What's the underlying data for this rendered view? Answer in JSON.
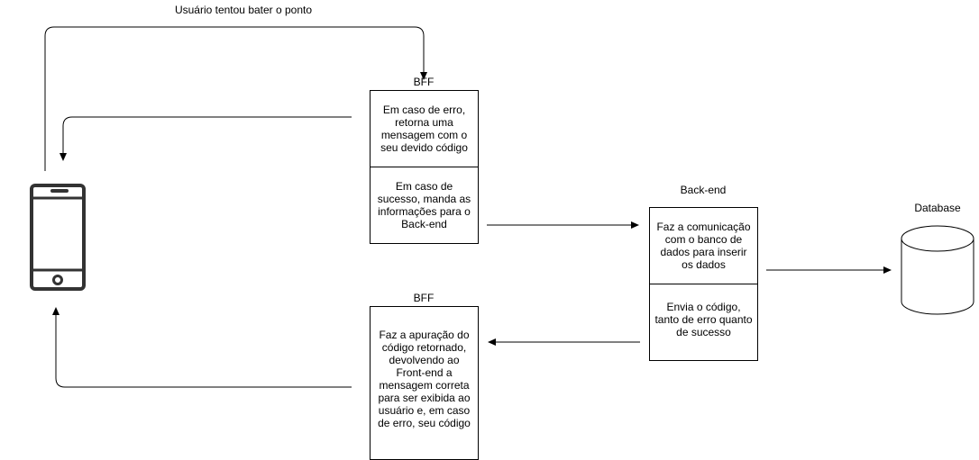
{
  "edges": {
    "user_attempt": "Usuário tentou bater o ponto"
  },
  "bff_top": {
    "title": "BFF",
    "error_text": "Em caso de erro, retorna uma mensagem com o seu devido código",
    "success_text": "Em caso de sucesso, manda as informações para o Back-end"
  },
  "backend": {
    "title": "Back-end",
    "comm_text": "Faz a comunicação com o banco de dados para inserir os dados",
    "send_text": "Envia o código, tanto de erro quanto de sucesso"
  },
  "database": {
    "title": "Database"
  },
  "bff_bottom": {
    "title": "BFF",
    "text": "Faz a apuração do código retornado, devolvendo ao Front-end a mensagem correta para ser exibida ao usuário e, em caso de erro, seu código"
  },
  "icons": {
    "phone": "smartphone-icon",
    "database": "database-cylinder-icon"
  }
}
